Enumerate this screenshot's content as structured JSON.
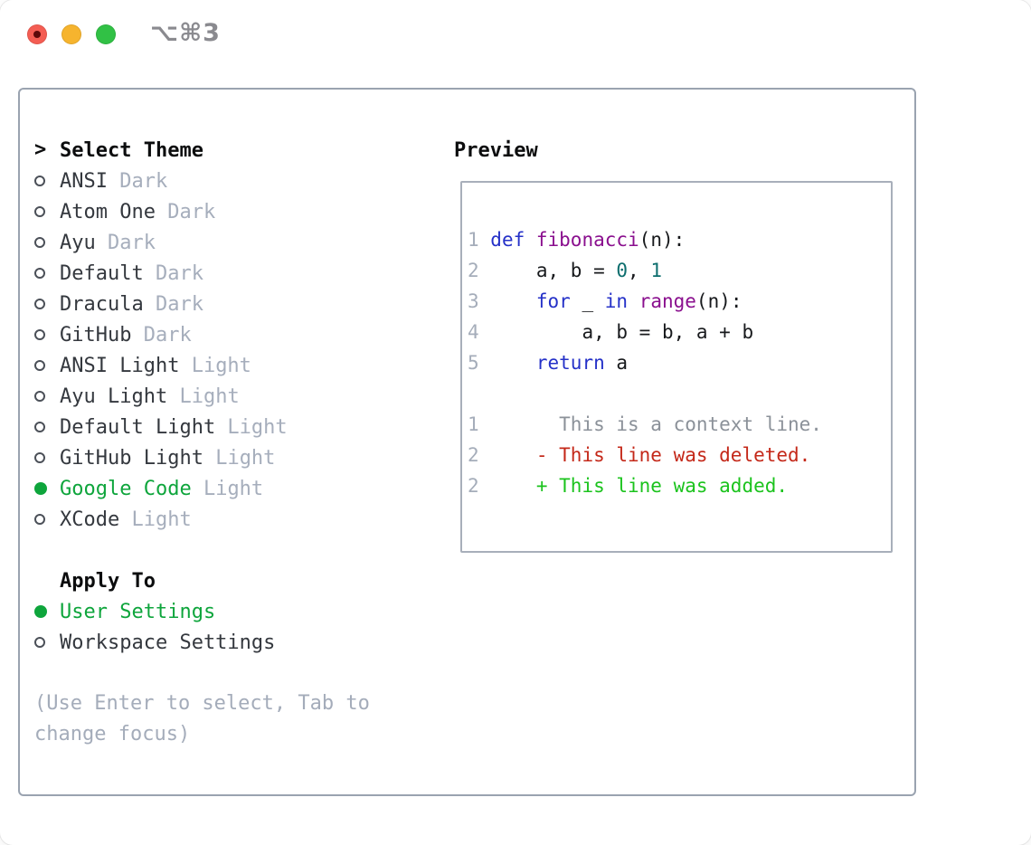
{
  "titlebar": {
    "shortcut": "⌥⌘3"
  },
  "theme_picker": {
    "title_marker": ">",
    "title": "Select Theme",
    "items": [
      {
        "label": "ANSI",
        "variant": "Dark",
        "selected": false
      },
      {
        "label": "Atom One",
        "variant": "Dark",
        "selected": false
      },
      {
        "label": "Ayu",
        "variant": "Dark",
        "selected": false
      },
      {
        "label": "Default",
        "variant": "Dark",
        "selected": false
      },
      {
        "label": "Dracula",
        "variant": "Dark",
        "selected": false
      },
      {
        "label": "GitHub",
        "variant": "Dark",
        "selected": false
      },
      {
        "label": "ANSI Light",
        "variant": "Light",
        "selected": false
      },
      {
        "label": "Ayu Light",
        "variant": "Light",
        "selected": false
      },
      {
        "label": "Default Light",
        "variant": "Light",
        "selected": false
      },
      {
        "label": "GitHub Light",
        "variant": "Light",
        "selected": false
      },
      {
        "label": "Google Code",
        "variant": "Light",
        "selected": true
      },
      {
        "label": "XCode",
        "variant": "Light",
        "selected": false
      }
    ]
  },
  "apply_to": {
    "title": "Apply To",
    "options": [
      {
        "label": "User Settings",
        "selected": true
      },
      {
        "label": "Workspace Settings",
        "selected": false
      }
    ]
  },
  "hint": "(Use Enter to select, Tab to change focus)",
  "preview": {
    "title": "Preview",
    "lines": [
      {
        "num": "1",
        "segments": [
          {
            "t": "def ",
            "c": "kw"
          },
          {
            "t": "fibonacci",
            "c": "fn"
          },
          {
            "t": "(n):",
            "c": "pl"
          }
        ]
      },
      {
        "num": "2",
        "segments": [
          {
            "t": "    a, b = ",
            "c": "pl"
          },
          {
            "t": "0",
            "c": "lit"
          },
          {
            "t": ", ",
            "c": "pl"
          },
          {
            "t": "1",
            "c": "lit"
          }
        ]
      },
      {
        "num": "3",
        "segments": [
          {
            "t": "    ",
            "c": "pl"
          },
          {
            "t": "for",
            "c": "kw"
          },
          {
            "t": " _ ",
            "c": "pl"
          },
          {
            "t": "in",
            "c": "kw"
          },
          {
            "t": " ",
            "c": "pl"
          },
          {
            "t": "range",
            "c": "fn"
          },
          {
            "t": "(n):",
            "c": "pl"
          }
        ]
      },
      {
        "num": "4",
        "segments": [
          {
            "t": "        a, b = b, a + b",
            "c": "pl"
          }
        ]
      },
      {
        "num": "5",
        "segments": [
          {
            "t": "    ",
            "c": "pl"
          },
          {
            "t": "return",
            "c": "kw"
          },
          {
            "t": " a",
            "c": "pl"
          }
        ]
      },
      {
        "num": "",
        "segments": []
      },
      {
        "num": "1",
        "segments": [
          {
            "t": "      This is a context line.",
            "c": "ctx"
          }
        ]
      },
      {
        "num": "2",
        "segments": [
          {
            "t": "    - This line was deleted.",
            "c": "del"
          }
        ]
      },
      {
        "num": "2",
        "segments": [
          {
            "t": "    + This line was added.",
            "c": "add"
          }
        ]
      }
    ]
  },
  "colors": {
    "accent_green": "#0ea53c",
    "diff_added": "#1bc31d",
    "diff_deleted": "#c42819",
    "diff_context": "#8b9199",
    "keyword_blue": "#2531c8",
    "function_purple": "#8a0f8e",
    "number_teal": "#0d6e6e",
    "line_number_gray": "#a5adba",
    "muted_gray": "#a6aebc",
    "panel_border": "#9aa3b0"
  }
}
